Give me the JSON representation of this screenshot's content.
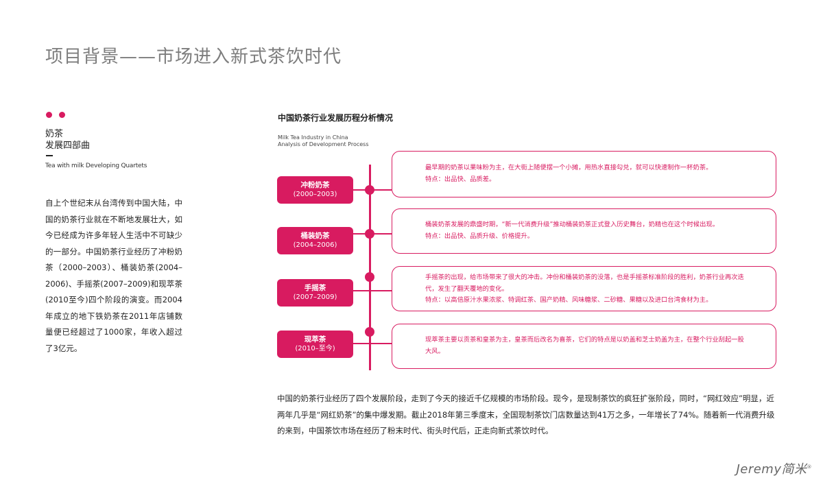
{
  "page_title": "项目背景——市场进入新式茶饮时代",
  "sidebar": {
    "heading_line1": "奶茶",
    "heading_line2": "发展四部曲",
    "subtitle_en": "Tea with milk Developing Quartets",
    "body": "自上个世纪末从台湾传到中国大陆，中国的奶茶行业就在不断地发展壮大，如今已经成为许多年轻人生活中不可缺少的一部分。中国奶茶行业经历了冲粉奶茶（2000–2003）、桶装奶茶(2004–2006)、手摇茶(2007–2009)和现萃茶(2010至今)四个阶段的演变。而2004年成立的地下铁奶茶在2011年店铺数量便已经超过了1000家，年收入超过了3亿元。"
  },
  "chart": {
    "title": "中国奶茶行业发展历程分析情况",
    "subtitle_en_line1": "Milk Tea Industry in China",
    "subtitle_en_line2": "Analysis of Development Process"
  },
  "stages": [
    {
      "name": "冲粉奶茶",
      "period": "(2000–2003)",
      "desc_line1": "最早期的奶茶以果味粉为主，在大街上随便摆一个小摊，用热水直接勾兑，就可以快速制作一杯奶茶。",
      "desc_line2": "特点：出品快、品质差。"
    },
    {
      "name": "桶装奶茶",
      "period": "(2004–2006)",
      "desc_line1": "桶装奶茶发展的鼎盛时期，“新一代消费升级”推动桶装奶茶正式登入历史舞台，奶精也在这个时候出现。",
      "desc_line2": "特点：出品快、品质升级、价格提升。"
    },
    {
      "name": "手摇茶",
      "period": "(2007–2009)",
      "desc_line1": "手摇茶的出现，给市场带来了很大的冲击。冲份和桶装奶茶的没落，也是手摇茶标准阶段的胜利，奶茶行业再次迭代，发生了翻天覆地的变化。",
      "desc_line2": "特点：以高倍原汁水果浓浆、特调红茶、国产奶精、风味糖浆、二砂糖、果糖以及进口台湾食材为主。"
    },
    {
      "name": "现萃茶",
      "period": "(2010–至今)",
      "desc_line1": "现萃茶主要以贡茶和皇茶为主，皇茶而后改名为喜茶，它们的特点是以奶盖和芝士奶盖为主，在整个行业刮起一股大风。",
      "desc_line2": ""
    }
  ],
  "footer_text": "中国的奶茶行业经历了四个发展阶段，走到了今天的接近千亿规模的市场阶段。现今，是现制茶饮的疯狂扩张阶段，同时，“网红效应”明显，近两年几乎是“网红奶茶”的集中爆发期。截止2018年第三季度末，全国现制茶饮门店数量达到41万之多，一年增长了74%。随着新一代消费升级的来到，中国茶饮市场在经历了粉末时代、街头时代后，正走向新式茶饮时代。",
  "brand": {
    "name": "Jeremy",
    "cn": "简米",
    "mark": "®"
  },
  "colors": {
    "accent": "#d81b60",
    "title_gray": "#7d7d7d",
    "text": "#222222"
  }
}
